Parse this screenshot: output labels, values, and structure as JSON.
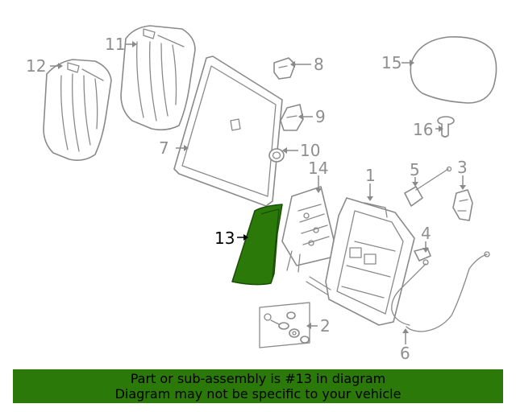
{
  "callouts": {
    "c1": "1",
    "c2": "2",
    "c3": "3",
    "c4": "4",
    "c5": "5",
    "c6": "6",
    "c7": "7",
    "c8": "8",
    "c9": "9",
    "c10": "10",
    "c11": "11",
    "c12": "12",
    "c13": "13",
    "c14": "14",
    "c15": "15",
    "c16": "16"
  },
  "highlight": {
    "part": "13",
    "color": "#2b7a09"
  },
  "banner": {
    "line1": "Part or sub-assembly is #13 in diagram",
    "line2": "Diagram may not be specific to your vehicle"
  }
}
